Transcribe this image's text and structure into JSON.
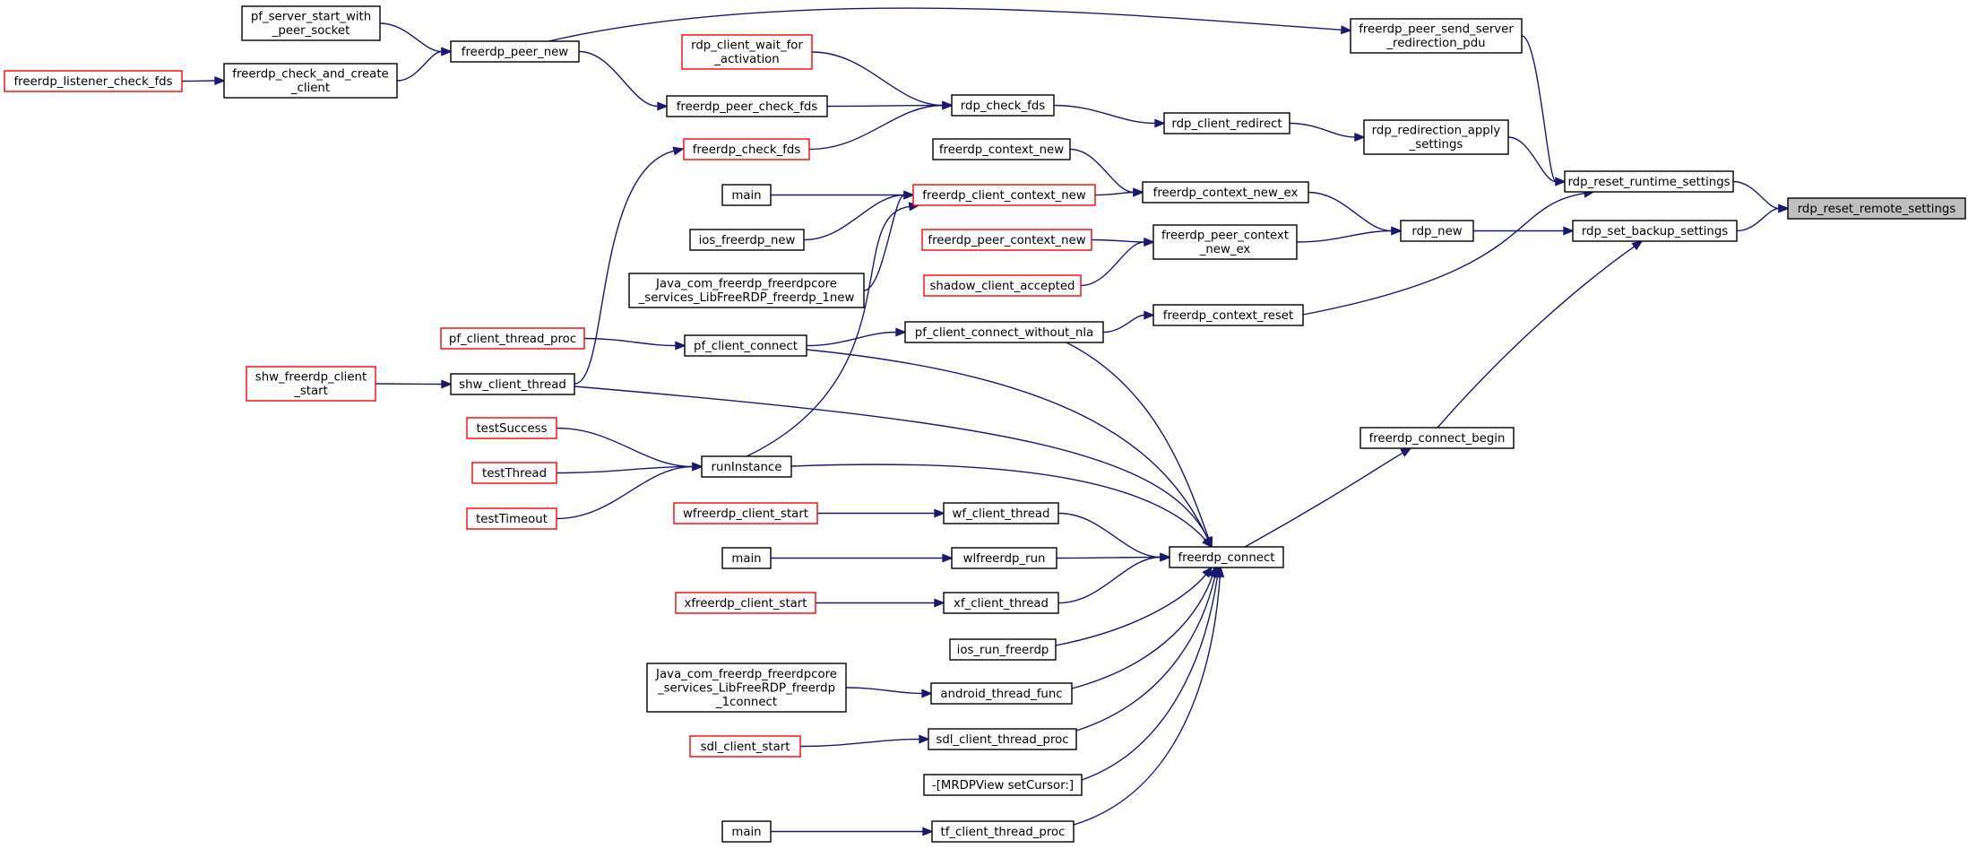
{
  "colors": {
    "edge": "#191970",
    "node_border_normal": "#000000",
    "node_border_truncated": "#ff0000",
    "node_fill": "#ffffff",
    "node_fill_focus": "#bfbfbf"
  },
  "nodes": {
    "rdp_reset_remote_settings": {
      "lines": [
        "rdp_reset_remote_settings"
      ],
      "style": "focus"
    },
    "rdp_reset_runtime_settings": {
      "lines": [
        "rdp_reset_runtime_settings"
      ],
      "style": "normal"
    },
    "rdp_set_backup_settings": {
      "lines": [
        "rdp_set_backup_settings"
      ],
      "style": "normal"
    },
    "freerdp_peer_send_server_redirection_pdu": {
      "lines": [
        "freerdp_peer_send_server",
        "_redirection_pdu"
      ],
      "style": "normal"
    },
    "rdp_redirection_apply_settings": {
      "lines": [
        "rdp_redirection_apply",
        "_settings"
      ],
      "style": "normal"
    },
    "rdp_new": {
      "lines": [
        "rdp_new"
      ],
      "style": "normal"
    },
    "freerdp_context_reset": {
      "lines": [
        "freerdp_context_reset"
      ],
      "style": "normal"
    },
    "freerdp_connect_begin": {
      "lines": [
        "freerdp_connect_begin"
      ],
      "style": "normal"
    },
    "freerdp_peer_new": {
      "lines": [
        "freerdp_peer_new"
      ],
      "style": "normal"
    },
    "pf_server_start_with_peer_socket": {
      "lines": [
        "pf_server_start_with",
        "_peer_socket"
      ],
      "style": "normal"
    },
    "freerdp_check_and_create_client": {
      "lines": [
        "freerdp_check_and_create",
        "_client"
      ],
      "style": "normal"
    },
    "freerdp_listener_check_fds": {
      "lines": [
        "freerdp_listener_check_fds"
      ],
      "style": "truncated"
    },
    "rdp_client_redirect": {
      "lines": [
        "rdp_client_redirect"
      ],
      "style": "normal"
    },
    "rdp_check_fds": {
      "lines": [
        "rdp_check_fds"
      ],
      "style": "normal"
    },
    "rdp_client_wait_for_activation": {
      "lines": [
        "rdp_client_wait_for",
        "_activation"
      ],
      "style": "truncated"
    },
    "freerdp_peer_check_fds": {
      "lines": [
        "freerdp_peer_check_fds"
      ],
      "style": "normal"
    },
    "freerdp_check_fds": {
      "lines": [
        "freerdp_check_fds"
      ],
      "style": "truncated"
    },
    "shw_client_thread": {
      "lines": [
        "shw_client_thread"
      ],
      "style": "normal"
    },
    "shw_freerdp_client_start": {
      "lines": [
        "shw_freerdp_client",
        "_start"
      ],
      "style": "truncated"
    },
    "freerdp_context_new_ex": {
      "lines": [
        "freerdp_context_new_ex"
      ],
      "style": "normal"
    },
    "freerdp_context_new": {
      "lines": [
        "freerdp_context_new"
      ],
      "style": "normal"
    },
    "freerdp_client_context_new": {
      "lines": [
        "freerdp_client_context_new"
      ],
      "style": "truncated"
    },
    "main_a": {
      "lines": [
        "main"
      ],
      "style": "normal"
    },
    "ios_freerdp_new": {
      "lines": [
        "ios_freerdp_new"
      ],
      "style": "normal"
    },
    "java_new": {
      "lines": [
        "Java_com_freerdp_freerdpcore",
        "_services_LibFreeRDP_freerdp_1new"
      ],
      "style": "normal"
    },
    "runInstance": {
      "lines": [
        "runInstance"
      ],
      "style": "normal"
    },
    "testSuccess": {
      "lines": [
        "testSuccess"
      ],
      "style": "truncated"
    },
    "testThread": {
      "lines": [
        "testThread"
      ],
      "style": "truncated"
    },
    "testTimeout": {
      "lines": [
        "testTimeout"
      ],
      "style": "truncated"
    },
    "freerdp_peer_context_new_ex": {
      "lines": [
        "freerdp_peer_context",
        "_new_ex"
      ],
      "style": "normal"
    },
    "freerdp_peer_context_new": {
      "lines": [
        "freerdp_peer_context_new"
      ],
      "style": "truncated"
    },
    "shadow_client_accepted": {
      "lines": [
        "shadow_client_accepted"
      ],
      "style": "truncated"
    },
    "pf_client_connect_without_nla": {
      "lines": [
        "pf_client_connect_without_nla"
      ],
      "style": "normal"
    },
    "pf_client_connect": {
      "lines": [
        "pf_client_connect"
      ],
      "style": "normal"
    },
    "pf_client_thread_proc": {
      "lines": [
        "pf_client_thread_proc"
      ],
      "style": "truncated"
    },
    "freerdp_connect": {
      "lines": [
        "freerdp_connect"
      ],
      "style": "normal"
    },
    "wf_client_thread": {
      "lines": [
        "wf_client_thread"
      ],
      "style": "normal"
    },
    "wfreerdp_client_start": {
      "lines": [
        "wfreerdp_client_start"
      ],
      "style": "truncated"
    },
    "wlfreerdp_run": {
      "lines": [
        "wlfreerdp_run"
      ],
      "style": "normal"
    },
    "main_b": {
      "lines": [
        "main"
      ],
      "style": "normal"
    },
    "xf_client_thread": {
      "lines": [
        "xf_client_thread"
      ],
      "style": "normal"
    },
    "xfreerdp_client_start": {
      "lines": [
        "xfreerdp_client_start"
      ],
      "style": "truncated"
    },
    "ios_run_freerdp": {
      "lines": [
        "ios_run_freerdp"
      ],
      "style": "normal"
    },
    "android_thread_func": {
      "lines": [
        "android_thread_func"
      ],
      "style": "normal"
    },
    "java_connect": {
      "lines": [
        "Java_com_freerdp_freerdpcore",
        "_services_LibFreeRDP_freerdp",
        "_1connect"
      ],
      "style": "normal"
    },
    "sdl_client_thread_proc": {
      "lines": [
        "sdl_client_thread_proc"
      ],
      "style": "normal"
    },
    "sdl_client_start": {
      "lines": [
        "sdl_client_start"
      ],
      "style": "truncated"
    },
    "mrdpview_setcursor": {
      "lines": [
        "-[MRDPView setCursor:]"
      ],
      "style": "normal"
    },
    "tf_client_thread_proc": {
      "lines": [
        "tf_client_thread_proc"
      ],
      "style": "normal"
    },
    "main_c": {
      "lines": [
        "main"
      ],
      "style": "normal"
    }
  },
  "edges": [
    [
      "rdp_reset_runtime_settings",
      "rdp_reset_remote_settings"
    ],
    [
      "rdp_set_backup_settings",
      "rdp_reset_remote_settings"
    ],
    [
      "freerdp_peer_send_server_redirection_pdu",
      "rdp_reset_runtime_settings"
    ],
    [
      "rdp_redirection_apply_settings",
      "rdp_reset_runtime_settings"
    ],
    [
      "freerdp_context_reset",
      "rdp_reset_runtime_settings"
    ],
    [
      "rdp_new",
      "rdp_set_backup_settings"
    ],
    [
      "freerdp_connect_begin",
      "rdp_set_backup_settings"
    ],
    [
      "freerdp_peer_new",
      "freerdp_peer_send_server_redirection_pdu"
    ],
    [
      "pf_server_start_with_peer_socket",
      "freerdp_peer_new"
    ],
    [
      "freerdp_check_and_create_client",
      "freerdp_peer_new"
    ],
    [
      "freerdp_listener_check_fds",
      "freerdp_check_and_create_client"
    ],
    [
      "rdp_client_redirect",
      "rdp_redirection_apply_settings"
    ],
    [
      "rdp_check_fds",
      "rdp_client_redirect"
    ],
    [
      "rdp_client_wait_for_activation",
      "rdp_check_fds"
    ],
    [
      "freerdp_peer_check_fds",
      "rdp_check_fds"
    ],
    [
      "freerdp_check_fds",
      "rdp_check_fds"
    ],
    [
      "freerdp_peer_new",
      "freerdp_peer_check_fds"
    ],
    [
      "shw_client_thread",
      "freerdp_check_fds"
    ],
    [
      "shw_freerdp_client_start",
      "shw_client_thread"
    ],
    [
      "freerdp_context_new_ex",
      "rdp_new"
    ],
    [
      "freerdp_peer_context_new_ex",
      "rdp_new"
    ],
    [
      "freerdp_context_new",
      "freerdp_context_new_ex"
    ],
    [
      "freerdp_client_context_new",
      "freerdp_context_new_ex"
    ],
    [
      "main_a",
      "freerdp_client_context_new"
    ],
    [
      "ios_freerdp_new",
      "freerdp_client_context_new"
    ],
    [
      "java_new",
      "freerdp_client_context_new"
    ],
    [
      "runInstance",
      "freerdp_client_context_new"
    ],
    [
      "testSuccess",
      "runInstance"
    ],
    [
      "testThread",
      "runInstance"
    ],
    [
      "testTimeout",
      "runInstance"
    ],
    [
      "freerdp_peer_context_new",
      "freerdp_peer_context_new_ex"
    ],
    [
      "shadow_client_accepted",
      "freerdp_peer_context_new_ex"
    ],
    [
      "pf_client_connect_without_nla",
      "freerdp_context_reset"
    ],
    [
      "pf_client_connect",
      "pf_client_connect_without_nla"
    ],
    [
      "pf_client_thread_proc",
      "pf_client_connect"
    ],
    [
      "freerdp_connect",
      "freerdp_connect_begin"
    ],
    [
      "pf_client_connect_without_nla",
      "freerdp_connect"
    ],
    [
      "pf_client_connect",
      "freerdp_connect"
    ],
    [
      "shw_client_thread",
      "freerdp_connect"
    ],
    [
      "runInstance",
      "freerdp_connect"
    ],
    [
      "wf_client_thread",
      "freerdp_connect"
    ],
    [
      "wlfreerdp_run",
      "freerdp_connect"
    ],
    [
      "xf_client_thread",
      "freerdp_connect"
    ],
    [
      "ios_run_freerdp",
      "freerdp_connect"
    ],
    [
      "android_thread_func",
      "freerdp_connect"
    ],
    [
      "sdl_client_thread_proc",
      "freerdp_connect"
    ],
    [
      "mrdpview_setcursor",
      "freerdp_connect"
    ],
    [
      "tf_client_thread_proc",
      "freerdp_connect"
    ],
    [
      "wfreerdp_client_start",
      "wf_client_thread"
    ],
    [
      "main_b",
      "wlfreerdp_run"
    ],
    [
      "xfreerdp_client_start",
      "xf_client_thread"
    ],
    [
      "java_connect",
      "android_thread_func"
    ],
    [
      "sdl_client_start",
      "sdl_client_thread_proc"
    ],
    [
      "main_c",
      "tf_client_thread_proc"
    ]
  ]
}
